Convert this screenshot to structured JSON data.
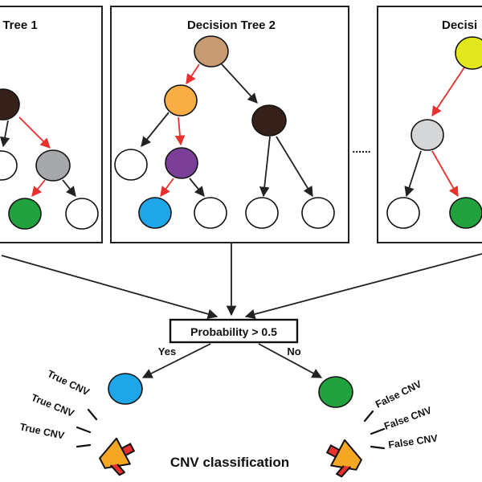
{
  "trees": [
    {
      "title": "Tree 1"
    },
    {
      "title": "Decision Tree 2"
    },
    {
      "title": "Decisi"
    }
  ],
  "ellipsis": "......",
  "threshold": {
    "label": "Probability > 0.5"
  },
  "branches": {
    "yes": "Yes",
    "no": "No"
  },
  "true_labels": [
    "True CNV",
    "True CNV",
    "True CNV"
  ],
  "false_labels": [
    "False CNV",
    "False CNV",
    "False CNV"
  ],
  "footer": {
    "label": "CNV classification"
  },
  "colors": {
    "path_edge": "#e8312f",
    "tan": "#c79a72",
    "orange": "#f9ae45",
    "dark_brown": "#35201a",
    "purple": "#7b3f98",
    "blue": "#1ea6e8",
    "gray": "#a6a8ab",
    "light_gray": "#d4d6d8",
    "green": "#22a23e",
    "yellow": "#e2e61c",
    "megaphone": "#f5a623"
  }
}
